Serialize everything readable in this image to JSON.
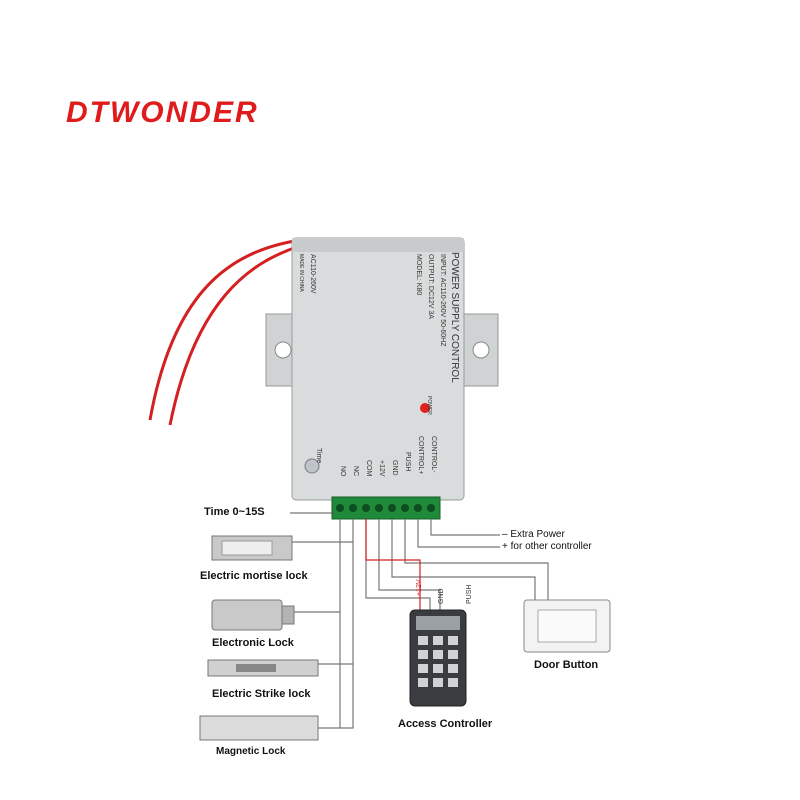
{
  "brand": "DTWONDER",
  "box": {
    "title": "POWER SUPPLY CONTROL",
    "input": "INPUT: AC110-260V 50-60HZ",
    "output": "OUTPUT: DC12V 3A",
    "model": "MODEL: K80",
    "ac_range": "AC110-260V",
    "made_in": "MADE IN CHINA",
    "power_led": "POWER",
    "time_knob": "Time",
    "terminals": [
      "CONTROL-",
      "CONTROL+",
      "PUSH",
      "GND",
      "+12V",
      "COM",
      "NC",
      "NO"
    ]
  },
  "labels": {
    "time": "Time    0~15S",
    "extra_power_minus": "–  Extra Power",
    "extra_power_plus": "+  for other controller",
    "mortise": "Electric mortise lock",
    "electronic": "Electronic Lock",
    "strike": "Electric Strike lock",
    "magnetic": "Magnetic Lock",
    "access": "Access Controller",
    "door_button": "Door Button",
    "wire_12v": "+12V",
    "wire_gnd": "GND",
    "wire_push": "PUSH"
  },
  "colors": {
    "brand": "#e01b1b",
    "wire_red": "#d42020",
    "terminal_green": "#1f8a3a",
    "box": "#d9dcdc"
  }
}
